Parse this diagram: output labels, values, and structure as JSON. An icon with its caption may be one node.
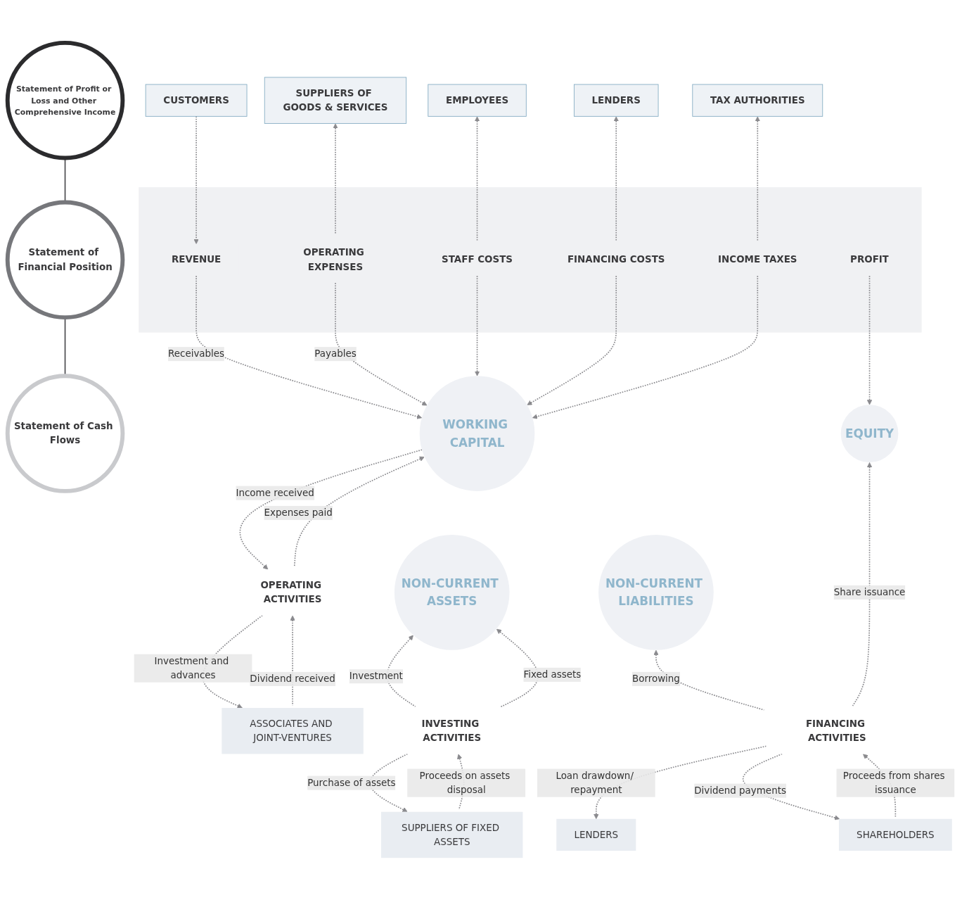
{
  "diagram": {
    "nodes": [
      {
        "text": [
          "Statement of Profit or Loss and Other Comprehensive Income"
        ]
      },
      {
        "text": [
          "Statement of Financial Position"
        ]
      },
      {
        "text": [
          "Statement of Cash Flows"
        ]
      },
      {
        "text": [
          "CUSTOMERS"
        ]
      },
      {
        "text": [
          "SUPPLIERS OF GOODS & SERVICES"
        ]
      },
      {
        "text": [
          "EMPLOYEES"
        ]
      },
      {
        "text": [
          "LENDERS"
        ]
      },
      {
        "text": [
          "TAX AUTHORITIES"
        ]
      },
      {
        "text": [],
        "shape": "bar"
      },
      {
        "text": [
          "REVENUE"
        ],
        "in": 8
      },
      {
        "text": [
          "OPERATING EXPENSES"
        ],
        "in": 8
      },
      {
        "text": [
          "STAFF COSTS"
        ],
        "in": 8
      },
      {
        "text": [
          "FINANCING COSTS"
        ],
        "in": 8
      },
      {
        "text": [
          "INCOME TAXES"
        ],
        "in": 8
      },
      {
        "text": [
          "PROFIT"
        ],
        "in": 8
      },
      {
        "text": [
          "WORKING CAPITAL"
        ]
      },
      {
        "text": [
          "NON-CURRENT ASSETS"
        ]
      },
      {
        "text": [
          "NON-CURRENT LIABILITIES"
        ]
      },
      {
        "text": [
          "EQUITY"
        ]
      },
      {
        "text": [
          "OPERATING ACTIVITIES"
        ]
      },
      {
        "text": [
          "INVESTING ACTIVITIES"
        ]
      },
      {
        "text": [
          "FINANCING ACTIVITIES"
        ]
      },
      {
        "text": [
          "ASSOCIATES AND JOINT-VENTURES"
        ]
      },
      {
        "text": [
          "SUPPLIERS OF FIXED ASSETS"
        ]
      },
      {
        "text": [
          "LENDERS"
        ]
      },
      {
        "text": [
          "SHAREHOLDERS"
        ]
      }
    ],
    "edges": [
      {
        "from": 0,
        "to": 1,
        "arrow": "none"
      },
      {
        "from": 1,
        "to": 2,
        "arrow": "none"
      },
      {
        "from": 3,
        "to": 9,
        "arrow": "to",
        "style": "dashed"
      },
      {
        "from": 10,
        "to": 4,
        "arrow": "to",
        "style": "dashed"
      },
      {
        "from": 11,
        "to": 5,
        "arrow": "to",
        "style": "dashed"
      },
      {
        "from": 12,
        "to": 6,
        "arrow": "to",
        "style": "dashed"
      },
      {
        "from": 13,
        "to": 7,
        "arrow": "to",
        "style": "dashed"
      },
      {
        "from": 9,
        "to": 15,
        "label": "Receivables",
        "arrow": "to",
        "style": "dashed"
      },
      {
        "from": 10,
        "to": 15,
        "label": "Payables",
        "arrow": "to",
        "style": "dashed"
      },
      {
        "from": 11,
        "to": 15,
        "arrow": "to",
        "style": "dashed"
      },
      {
        "from": 12,
        "to": 15,
        "arrow": "to",
        "style": "dashed"
      },
      {
        "from": 13,
        "to": 15,
        "arrow": "to",
        "style": "dashed"
      },
      {
        "from": 14,
        "to": 18,
        "arrow": "to",
        "style": "dashed"
      },
      {
        "from": 15,
        "to": 19,
        "label": "Income received",
        "arrow": "to",
        "style": "dashed"
      },
      {
        "from": 19,
        "to": 15,
        "label": "Expenses paid",
        "arrow": "to",
        "style": "dashed"
      },
      {
        "from": 20,
        "to": 16,
        "label": "Investment",
        "arrow": "to",
        "style": "dashed"
      },
      {
        "from": 20,
        "to": 16,
        "label": "Fixed assets",
        "arrow": "to",
        "style": "dashed"
      },
      {
        "from": 21,
        "to": 17,
        "label": "Borrowing",
        "arrow": "to",
        "style": "dashed"
      },
      {
        "from": 21,
        "to": 18,
        "label": "Share issuance",
        "arrow": "to",
        "style": "dashed"
      },
      {
        "from": 19,
        "to": 22,
        "label": "Investment and advances",
        "arrow": "to",
        "style": "dashed"
      },
      {
        "from": 22,
        "to": 19,
        "label": "Dividend received",
        "arrow": "to",
        "style": "dashed"
      },
      {
        "from": 20,
        "to": 23,
        "label": "Purchase of assets",
        "arrow": "to",
        "style": "dashed"
      },
      {
        "from": 23,
        "to": 20,
        "label": "Proceeds on assets disposal",
        "arrow": "to",
        "style": "dashed"
      },
      {
        "from": 21,
        "to": 24,
        "label": "Loan drawdown/ repayment",
        "arrow": "to",
        "style": "dashed"
      },
      {
        "from": 21,
        "to": 25,
        "label": "Dividend payments",
        "arrow": "to",
        "style": "dashed"
      },
      {
        "from": 25,
        "to": 21,
        "label": "Proceeds from shares issuance",
        "arrow": "to",
        "style": "dashed"
      }
    ]
  }
}
